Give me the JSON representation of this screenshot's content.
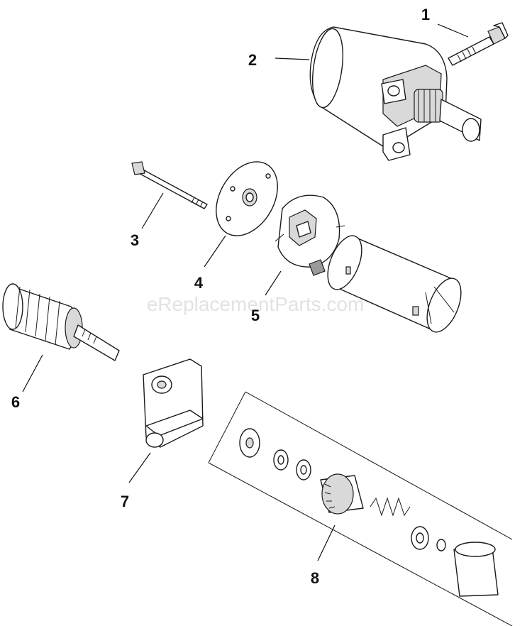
{
  "watermark": "eReplacementParts.com",
  "callouts": [
    {
      "num": "1",
      "part": "bolt"
    },
    {
      "num": "2",
      "part": "starter-housing"
    },
    {
      "num": "3",
      "part": "through-bolt"
    },
    {
      "num": "4",
      "part": "end-cap-plate"
    },
    {
      "num": "5",
      "part": "brush-holder"
    },
    {
      "num": "6",
      "part": "armature"
    },
    {
      "num": "7",
      "part": "drive-end-bracket"
    },
    {
      "num": "8",
      "part": "drive-kit"
    }
  ]
}
